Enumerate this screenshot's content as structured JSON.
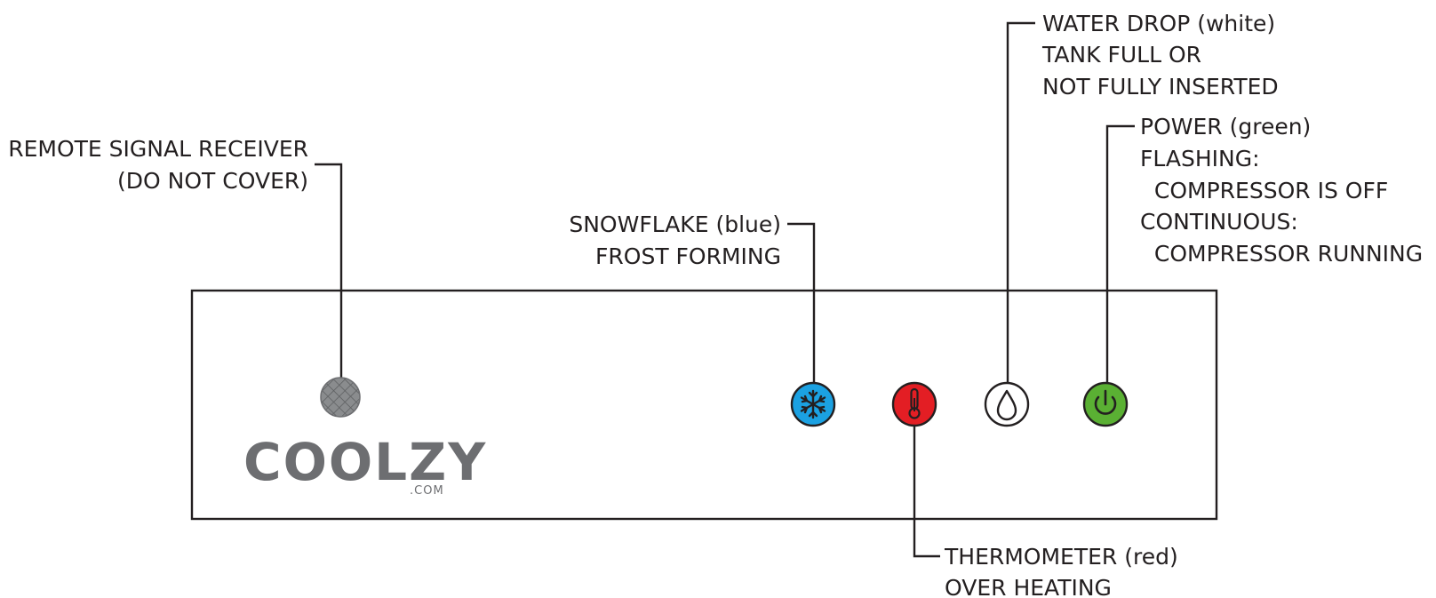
{
  "brand": {
    "logo_text": "COOLZY",
    "logo_suffix": ".COM"
  },
  "callouts": {
    "remote": {
      "lines": [
        "REMOTE SIGNAL RECEIVER",
        "(DO NOT COVER)"
      ]
    },
    "snowflake": {
      "lines": [
        "SNOWFLAKE (blue)",
        "FROST FORMING"
      ],
      "color": "#1ba1e2"
    },
    "thermometer": {
      "lines": [
        "THERMOMETER (red)",
        "OVER HEATING"
      ],
      "color": "#e31e24"
    },
    "water_drop": {
      "lines": [
        "WATER DROP (white)",
        "TANK FULL OR",
        "NOT FULLY INSERTED"
      ],
      "color": "#ffffff"
    },
    "power": {
      "lines": [
        "POWER (green)",
        "FLASHING:",
        "  COMPRESSOR IS OFF",
        "CONTINUOUS:",
        "  COMPRESSOR RUNNING"
      ],
      "color": "#5ab033"
    }
  },
  "colors": {
    "outline": "#231f20",
    "receiver": "#8a8c8e",
    "logo": "#6d6e71"
  }
}
